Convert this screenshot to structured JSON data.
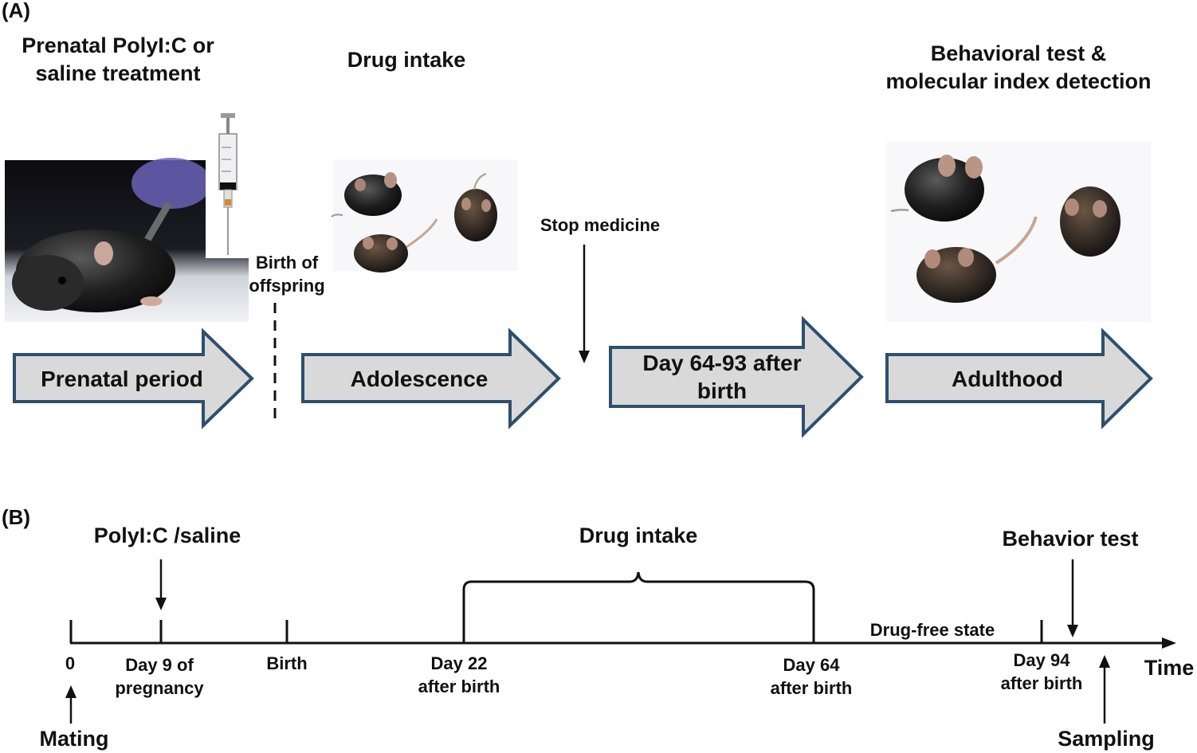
{
  "panel_a": {
    "label": "(A)",
    "header_treatment": [
      "Prenatal PolyI:C or",
      "saline treatment"
    ],
    "header_drug": "Drug intake",
    "header_behavior": [
      "Behavioral test &",
      "molecular index detection"
    ],
    "birth_label": [
      "Birth of",
      "offspring"
    ],
    "stop_label": "Stop medicine",
    "arrows": [
      {
        "label": [
          "Prenatal period"
        ]
      },
      {
        "label": [
          "Adolescence"
        ]
      },
      {
        "label": [
          "Day 64-93 after",
          "birth"
        ]
      },
      {
        "label": [
          "Adulthood"
        ]
      }
    ],
    "colors": {
      "arrow_fill": "#d9d9d9",
      "arrow_stroke": "#2e4f6e"
    }
  },
  "panel_b": {
    "label": "(B)",
    "polyic_label": "PolyI:C /saline",
    "drug_label": "Drug intake",
    "behavior_label": "Behavior test",
    "drug_free_label": "Drug-free state",
    "time_label": "Time",
    "mating_label": "Mating",
    "sampling_label": "Sampling",
    "ticks": [
      {
        "label": [
          "0"
        ]
      },
      {
        "label": [
          "Day 9 of",
          "pregnancy"
        ]
      },
      {
        "label": [
          "Birth"
        ]
      },
      {
        "label": [
          "Day 22",
          "after birth"
        ]
      },
      {
        "label": [
          "Day 64",
          "after birth"
        ]
      },
      {
        "label": [
          "Day 94",
          "after birth"
        ]
      }
    ]
  }
}
